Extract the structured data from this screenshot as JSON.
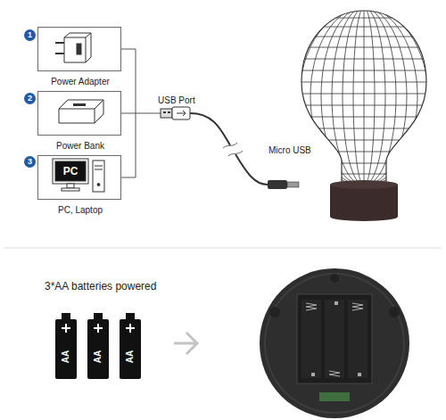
{
  "diagram": {
    "nodes": [
      {
        "text": [
          "Power Adapter"
        ]
      },
      {
        "text": [
          "Power Bank"
        ]
      },
      {
        "text": [
          "PC",
          "PC, Laptop"
        ]
      }
    ],
    "labels": [
      "1",
      "2",
      "3",
      "USB Port",
      "Micro USB",
      "3*AA batteries powered",
      "AA",
      "AA",
      "AA"
    ]
  }
}
